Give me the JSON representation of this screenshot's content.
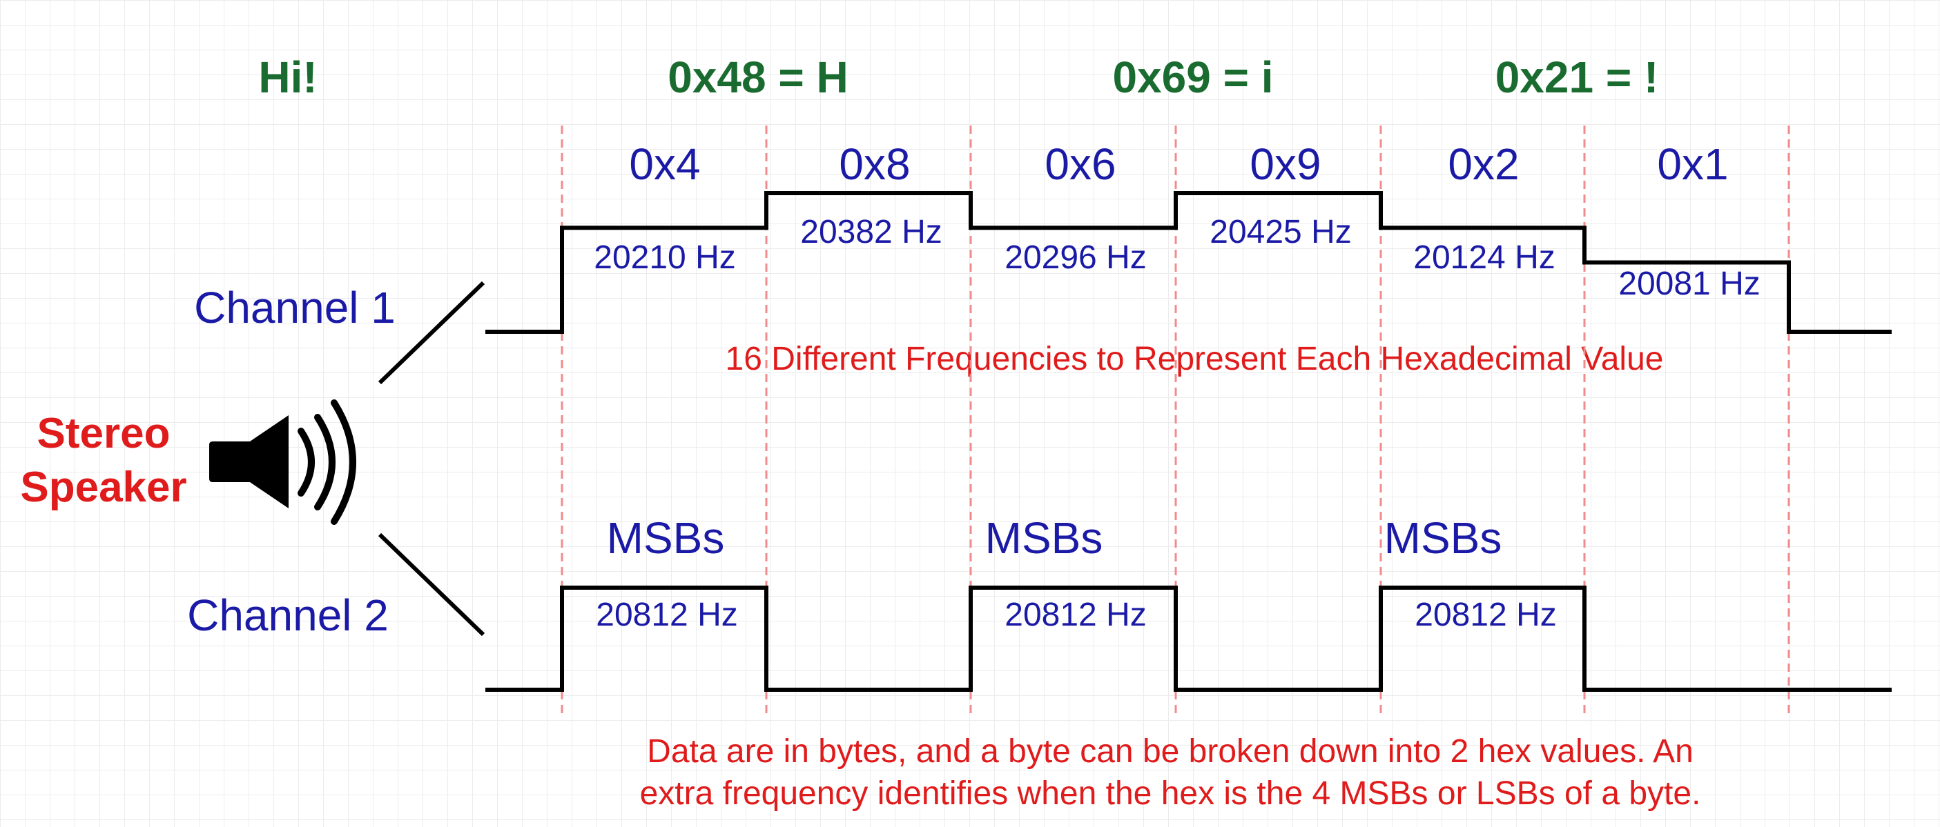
{
  "message": "Hi!",
  "bytes": [
    {
      "label": "0x48 = H"
    },
    {
      "label": "0x69 = i"
    },
    {
      "label": "0x21 = !"
    }
  ],
  "nibbles": [
    {
      "hex": "0x4",
      "freq": "20210 Hz",
      "level": 0.6
    },
    {
      "hex": "0x8",
      "freq": "20382 Hz",
      "level": 0.8
    },
    {
      "hex": "0x6",
      "freq": "20296 Hz",
      "level": 0.6
    },
    {
      "hex": "0x9",
      "freq": "20425 Hz",
      "level": 0.8
    },
    {
      "hex": "0x2",
      "freq": "20124 Hz",
      "level": 0.6
    },
    {
      "hex": "0x1",
      "freq": "20081 Hz",
      "level": 0.4
    }
  ],
  "channel1": {
    "label": "Channel 1",
    "note": "16 Different Frequencies to Represent Each Hexadecimal Value"
  },
  "channel2": {
    "label": "Channel 2",
    "marker_label": "MSBs",
    "marker_freq": "20812 Hz",
    "states": [
      1,
      0,
      1,
      0,
      1,
      0
    ]
  },
  "speaker": {
    "line1": "Stereo",
    "line2": "Speaker",
    "icon": "speaker-icon"
  },
  "footer": {
    "line1": "Data are in bytes, and a byte can be broken down into 2 hex values. An",
    "line2": "extra frequency identifies when the hex is the 4 MSBs or LSBs of a byte."
  },
  "colors": {
    "green": "#1a6b2f",
    "blue": "#1a1aa6",
    "red": "#e01b1b",
    "divider": "#f28b8b"
  }
}
